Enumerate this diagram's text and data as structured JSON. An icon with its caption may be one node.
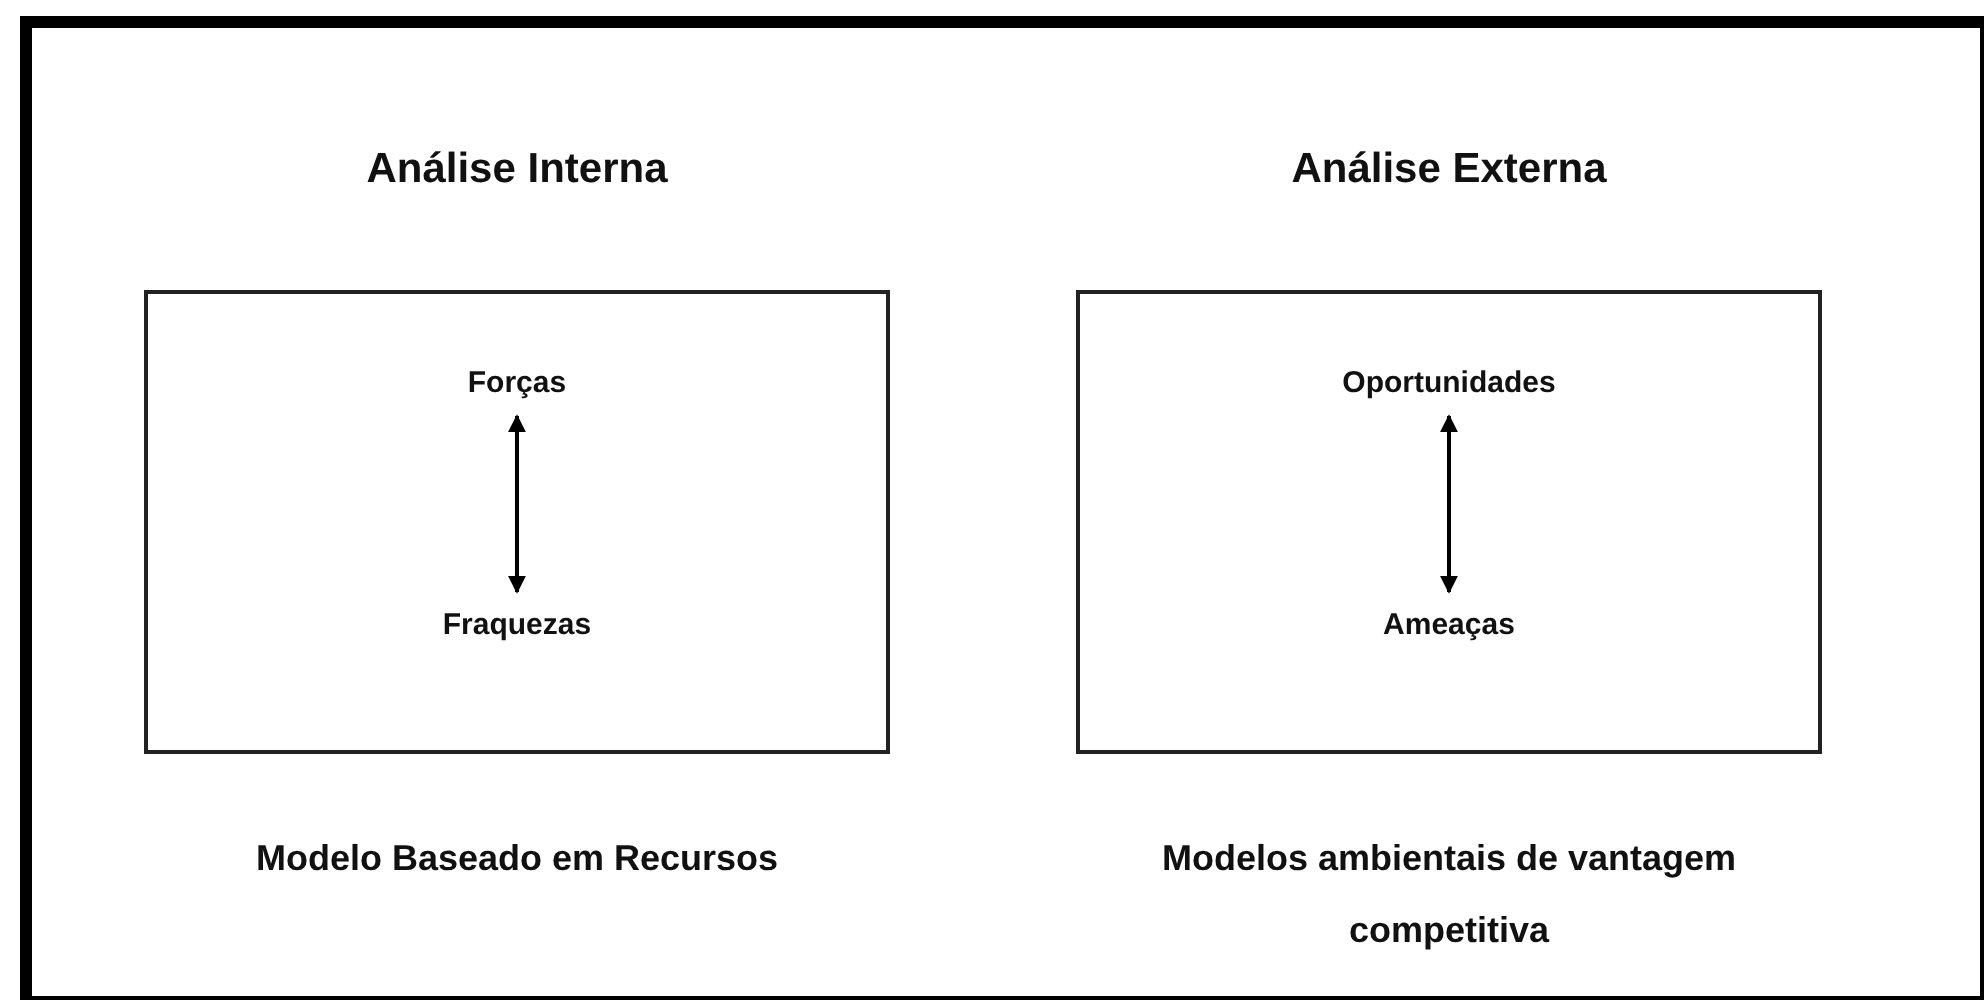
{
  "diagram": {
    "nodes": [
      {
        "text": [
          "Análise Interna"
        ],
        "beside": [
          "Modelo Baseado em Recursos"
        ]
      },
      {
        "text": [
          "Forças"
        ],
        "in": 0
      },
      {
        "text": [
          "Fraquezas"
        ],
        "in": 0
      },
      {
        "text": [
          "Análise Externa"
        ],
        "beside": [
          "Modelos ambientais de vantagem competitiva"
        ]
      },
      {
        "text": [
          "Oportunidades"
        ],
        "in": 3
      },
      {
        "text": [
          "Ameaças"
        ],
        "in": 3
      }
    ],
    "edges": [
      {
        "from": 1,
        "to": 2,
        "arrow": "both"
      },
      {
        "from": 4,
        "to": 5,
        "arrow": "both"
      }
    ]
  }
}
